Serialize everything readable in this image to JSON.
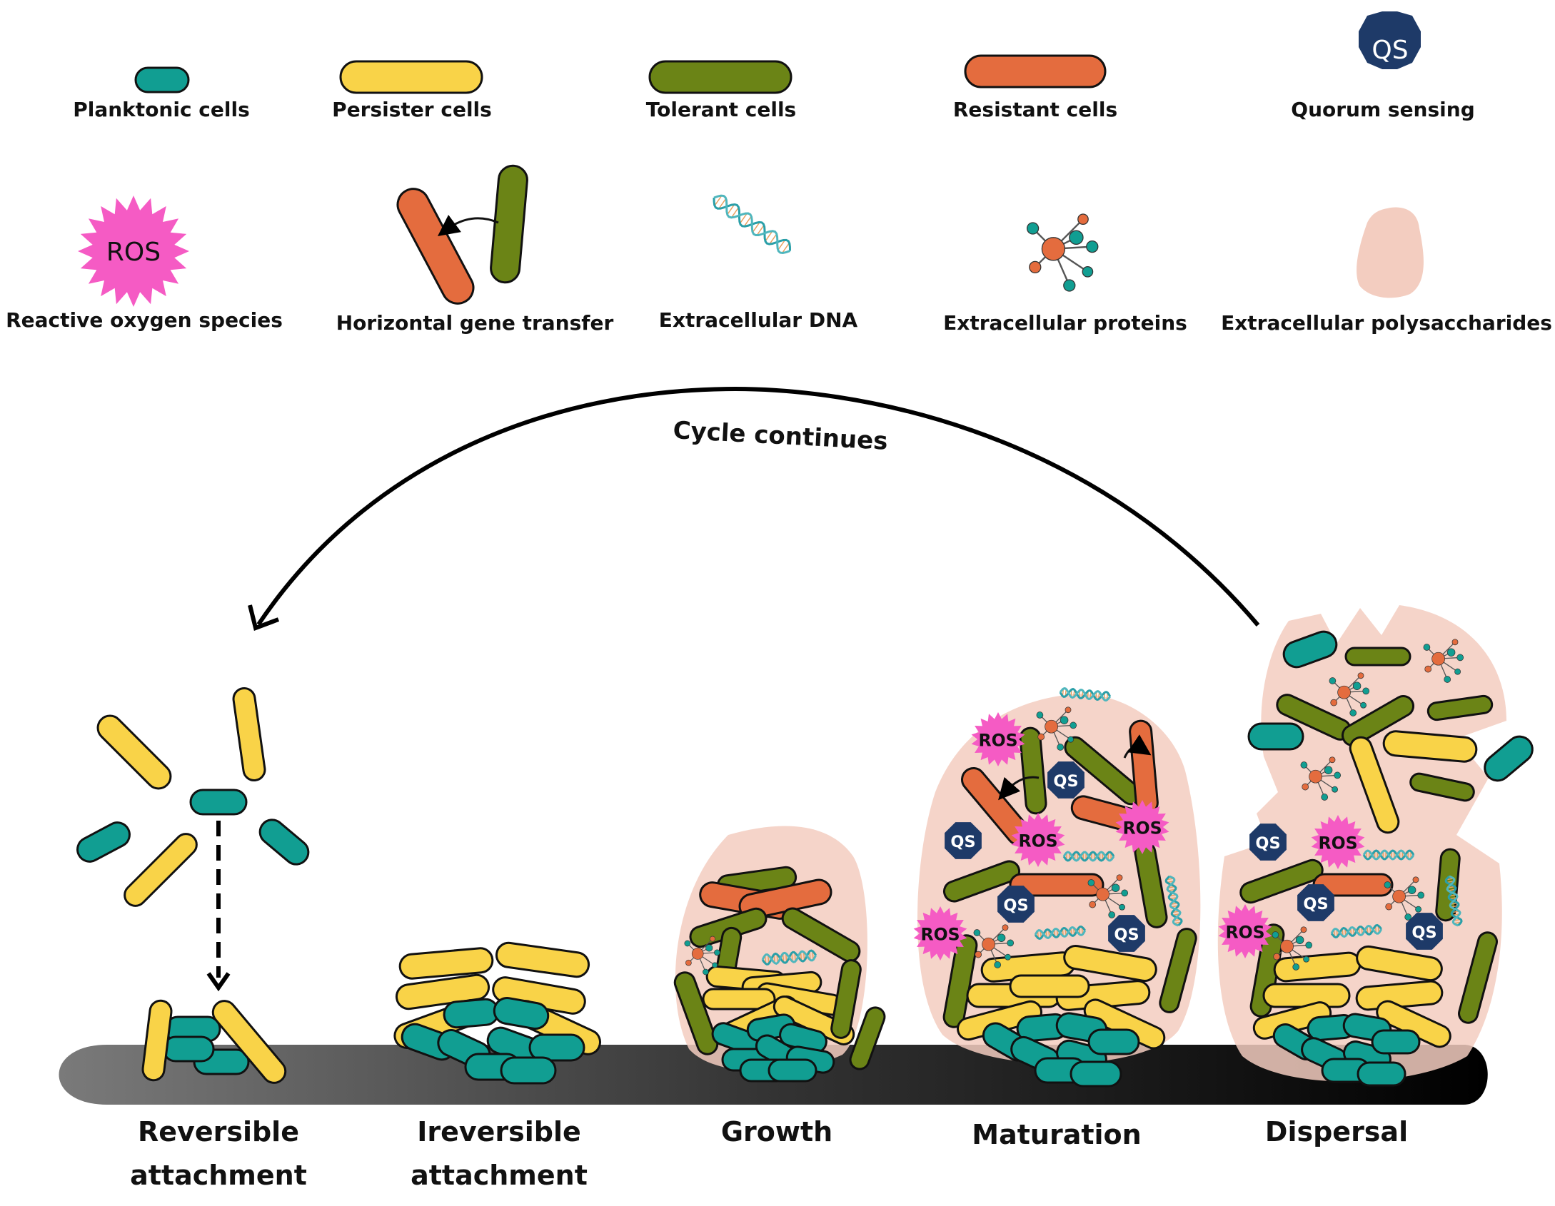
{
  "legend": {
    "planktonic": "Planktonic cells",
    "persister": "Persister cells",
    "tolerant": "Tolerant cells",
    "resistant": "Resistant cells",
    "quorum": "Quorum sensing",
    "ros": "Reactive oxygen species",
    "hgt": "Horizontal gene transfer",
    "edna": "Extracellular DNA",
    "proteins": "Extracellular proteins",
    "polysaccharides": "Extracellular polysaccharides"
  },
  "badges": {
    "qs": "QS",
    "ros": "ROS"
  },
  "cycle_label": "Cycle continues",
  "stages": {
    "s1_line1": "Reversible",
    "s1_line2": "attachment",
    "s2_line1": "Ireversible",
    "s2_line2": "attachment",
    "s3": "Growth",
    "s4": "Maturation",
    "s5": "Dispersal"
  },
  "colors": {
    "planktonic": "#119e92",
    "persister": "#f9d348",
    "tolerant": "#6b8416",
    "resistant": "#e46c3e",
    "qs": "#1e3a68",
    "ros": "#f55bc4",
    "eps": "#f3cdc0",
    "surface": "#111111"
  },
  "icons": [
    "octagon-qs-icon",
    "starburst-ros-icon",
    "dna-helix-icon",
    "protein-molecule-icon",
    "eps-blob-icon",
    "cycle-arrow-icon",
    "drop-arrow-icon"
  ]
}
